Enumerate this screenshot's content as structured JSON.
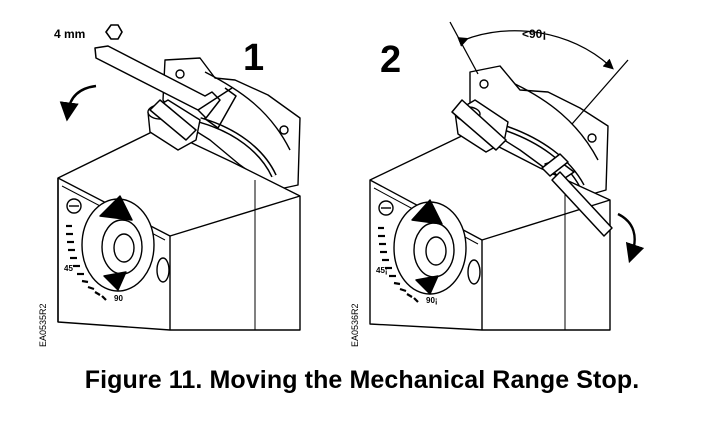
{
  "panels": [
    {
      "step": "1",
      "wrench_size": "4 mm",
      "scale_end": "90",
      "scale_mid": "45",
      "drawing_code": "EA0535R2"
    },
    {
      "step": "2",
      "angle": "<90¡",
      "scale_end": "90¡",
      "scale_mid": "45¡",
      "drawing_code": "EA0536R2"
    }
  ],
  "caption": "Figure 11.  Moving the Mechanical Range Stop."
}
